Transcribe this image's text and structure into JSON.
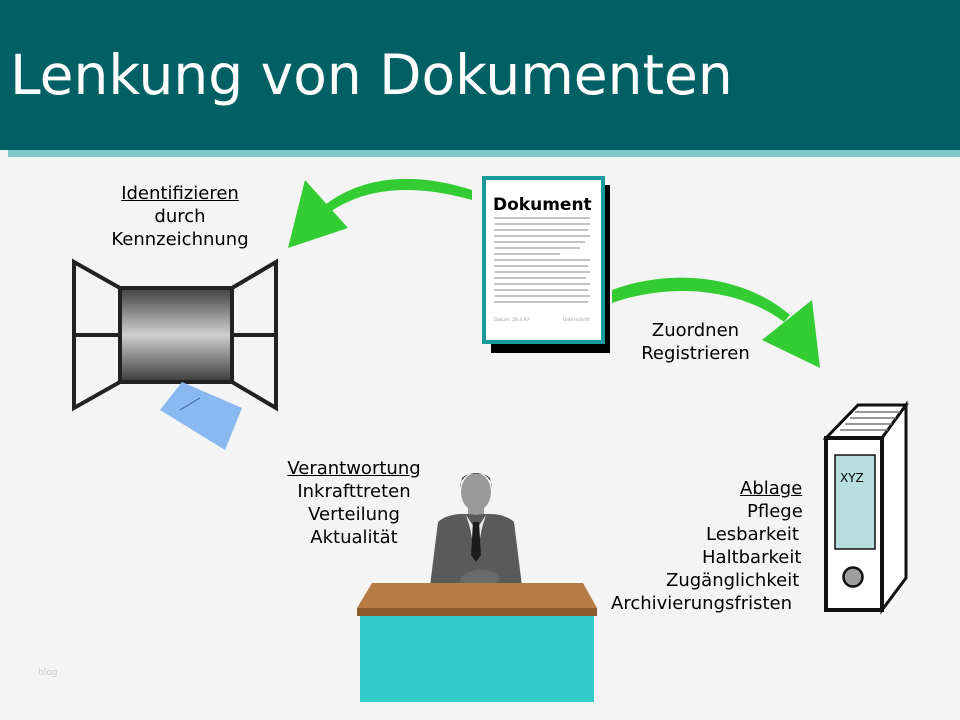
{
  "title": "Lenkung von Dokumenten",
  "document": {
    "heading": "Dokument",
    "footer_date": "Datum: 28.4.97",
    "footer_sign": "Unterschrift"
  },
  "label_identify": {
    "heading": "Identifizieren",
    "lines": [
      "durch",
      "Kennzeichnung"
    ]
  },
  "label_assign": {
    "lines": [
      "Zuordnen",
      "Registrieren"
    ]
  },
  "label_responsibility": {
    "heading": "Verantwortung",
    "lines": [
      "Inkrafttreten",
      "Verteilung",
      "Aktualität"
    ]
  },
  "label_storage": {
    "heading": "Ablage",
    "lines": [
      "Pflege",
      "Lesbarkeit",
      "Haltbarkeit",
      "Zugänglichkeit",
      "Archivierungsfristen"
    ]
  },
  "folder_label": "XYZ",
  "watermark": "blog",
  "colors": {
    "header": "#006064",
    "stripe": "#7fc7c9",
    "arrow": "#33cc33",
    "document_border": "#1a9b9b",
    "desk_top": "#b87d45",
    "desk_front": "#33cccc",
    "paper": "#8ab8f0",
    "folder_label": "#b8dfe0"
  }
}
